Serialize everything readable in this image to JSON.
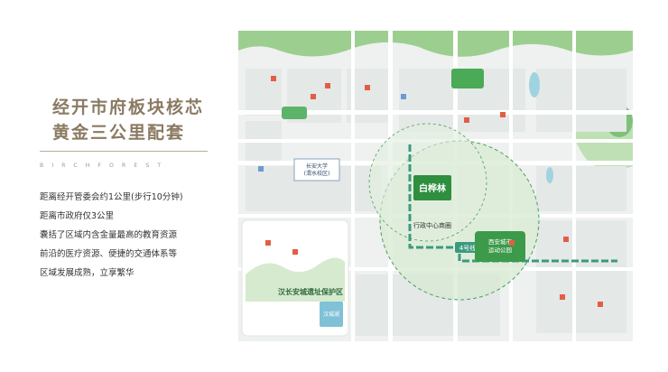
{
  "heading": {
    "line1": "经开市府板块核芯",
    "line2": "黄金三公里配套"
  },
  "brand": "BIRCHFOREST",
  "features": [
    "距离经开管委会约1公里(步行10分钟)",
    "距离市政府仅3公里",
    "囊括了区域内含金量最高的教育资源",
    "前沿的医疗资源、便捷的交通体系等",
    "区域发展成熟，立享繁华"
  ],
  "map": {
    "university": "长安大学\n(渭水校区)",
    "project_logo": "白桦林",
    "park_label": "西安城市\n运动公园",
    "ruins_label": "汉长安城遗址保护区",
    "ruins_sublabel": "汉城湖",
    "center_label": "行政中心商圈",
    "line_label": "4号线",
    "colors": {
      "green": "#3c9a4a",
      "road": "#ffffff",
      "metro": "#3a9a7e",
      "circle": "#cfe3c9"
    }
  }
}
